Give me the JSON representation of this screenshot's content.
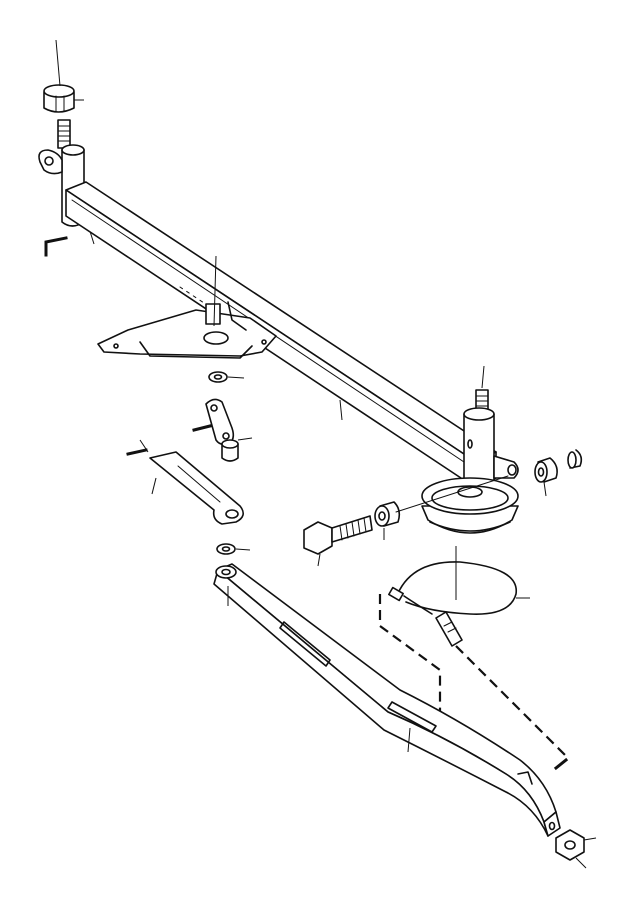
{
  "diagram": {
    "parts": [
      {
        "id": "top-nut",
        "icon": "hex-nut-icon"
      },
      {
        "id": "left-pivot-pin",
        "icon": "threaded-pin-icon"
      },
      {
        "id": "axle-beam",
        "icon": "square-tube-beam-icon"
      },
      {
        "id": "center-bracket",
        "icon": "mounting-bracket-icon"
      },
      {
        "id": "small-washer",
        "icon": "washer-icon"
      },
      {
        "id": "link-plate",
        "icon": "link-plate-icon"
      },
      {
        "id": "left-rod",
        "icon": "flat-rod-icon"
      },
      {
        "id": "lower-washer",
        "icon": "washer-icon"
      },
      {
        "id": "right-pivot-pin",
        "icon": "threaded-pin-icon"
      },
      {
        "id": "pulley",
        "icon": "pulley-icon"
      },
      {
        "id": "bushing-right",
        "icon": "bushing-icon"
      },
      {
        "id": "hex-bolt",
        "icon": "hex-bolt-icon"
      },
      {
        "id": "bolt-washer",
        "icon": "washer-icon"
      },
      {
        "id": "cable",
        "icon": "cable-icon"
      },
      {
        "id": "steering-arm",
        "icon": "curved-arm-icon"
      },
      {
        "id": "bottom-nut",
        "icon": "hex-nut-icon"
      }
    ]
  }
}
